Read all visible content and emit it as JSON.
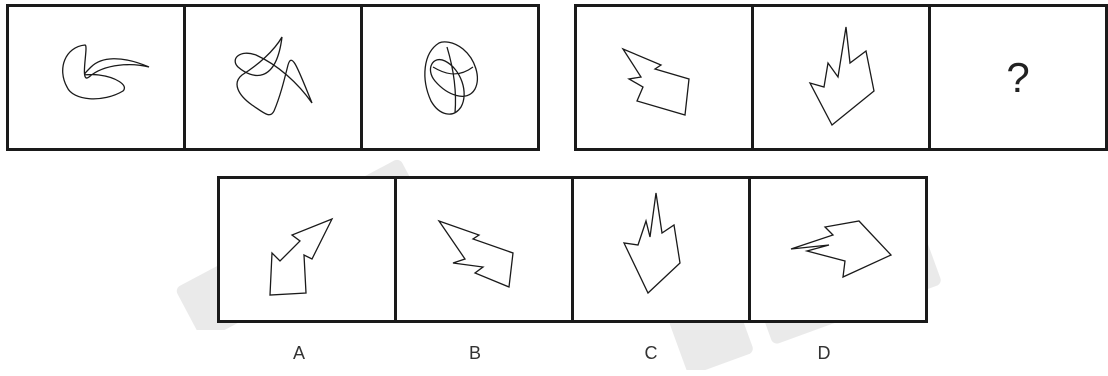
{
  "question_mark": "?",
  "option_labels": [
    "A",
    "B",
    "C",
    "D"
  ],
  "colors": {
    "line": "#1a1a1a",
    "background": "#ffffff"
  }
}
